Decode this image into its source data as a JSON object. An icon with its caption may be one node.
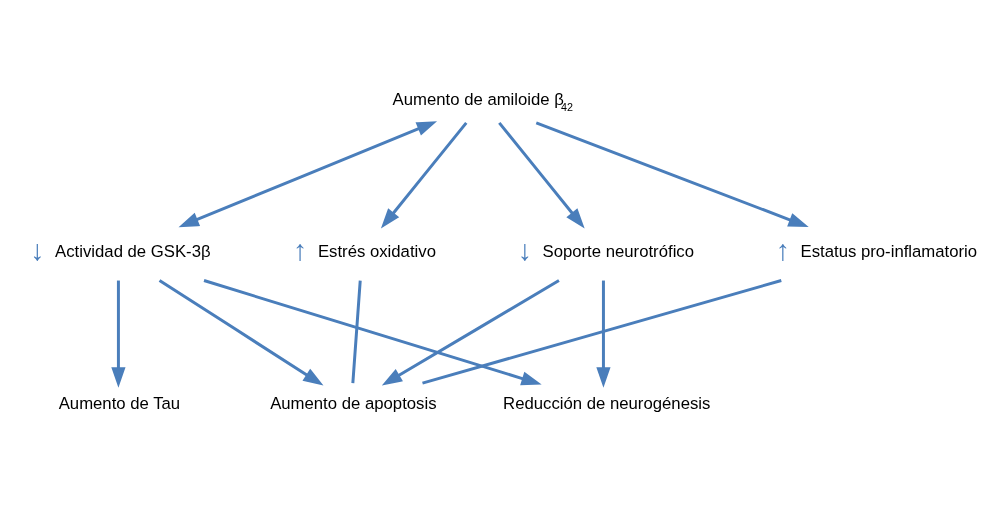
{
  "diagram": {
    "nodes": [
      {
        "text": [
          "Aumento de amiloide β$_{42}$"
        ]
      },
      {
        "text": [
          "Actividad de GSK-3β"
        ],
        "beside": [
          "↓"
        ]
      },
      {
        "text": [
          "Estrés oxidativo"
        ],
        "beside": [
          "↑"
        ]
      },
      {
        "text": [
          "Soporte neurotrófico"
        ],
        "beside": [
          "↓"
        ]
      },
      {
        "text": [
          "Estatus pro-inflamatorio"
        ],
        "beside": [
          "↑"
        ]
      },
      {
        "text": [
          "Aumento de Tau"
        ]
      },
      {
        "text": [
          "Reducción de neurogénesis"
        ]
      },
      {
        "text": [
          "Aumento de apoptosis"
        ]
      }
    ],
    "edges": [
      {
        "from": 0,
        "to": 1,
        "arrow": "both"
      },
      {
        "from": 0,
        "to": 2,
        "arrow": "to"
      },
      {
        "from": 0,
        "to": 3,
        "arrow": "to"
      },
      {
        "from": 0,
        "to": 4,
        "arrow": "to"
      },
      {
        "from": 1,
        "to": 5,
        "arrow": "to"
      },
      {
        "from": 1,
        "to": 6,
        "arrow": "to"
      },
      {
        "from": 1,
        "to": 7,
        "arrow": "to"
      },
      {
        "from": 2,
        "to": 7,
        "arrow": "none"
      },
      {
        "from": 3,
        "to": 6,
        "arrow": "to"
      },
      {
        "from": 3,
        "to": 7,
        "arrow": "to"
      },
      {
        "from": 7,
        "to": 4,
        "arrow": "none"
      }
    ]
  }
}
